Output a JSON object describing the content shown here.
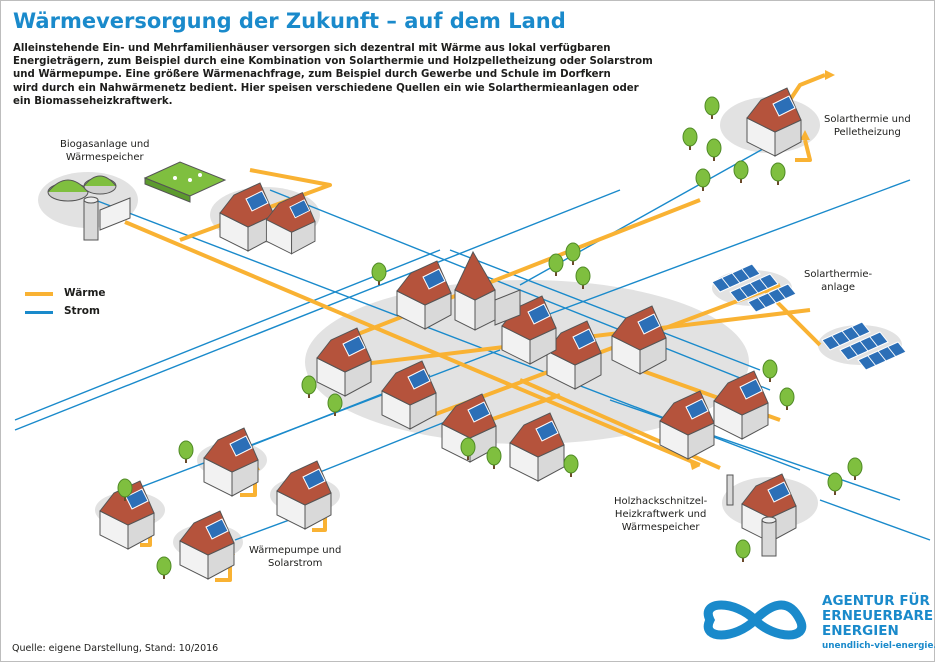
{
  "title": "Wärmeversorgung der Zukunft – auf dem Land",
  "intro_lines": [
    "Alleinstehende Ein- und Mehrfamilienhäuser versorgen sich dezentral mit Wärme aus lokal verfügbaren",
    "Energieträgern, zum Beispiel durch eine Kombination von Solarthermie und Holzpelletheizung oder Solarstrom",
    "und Wärmepumpe. Eine größere Wärmenachfrage, zum Beispiel durch Gewerbe und Schule im Dorfkern",
    "wird durch ein Nahwärmenetz bedient. Hier speisen verschiedene Quellen ein wie Solarthermieanlagen oder",
    "ein Biomasseheizkraftwerk."
  ],
  "labels": {
    "biogas": [
      "Biogasanlage und",
      "Wärmespeicher"
    ],
    "solar_pellet": [
      "Solarthermie und",
      "Pelletheizung"
    ],
    "solar_field": [
      "Solarthermie-",
      "anlage"
    ],
    "holz": [
      "Holzhackschnitzel-",
      "Heizkraftwerk und",
      "Wärmespeicher"
    ],
    "waermepumpe": [
      "Wärmepumpe und",
      "Solarstrom"
    ]
  },
  "legend": {
    "items": [
      {
        "label": "Wärme",
        "color": "#f9b233"
      },
      {
        "label": "Strom",
        "color": "#1a8acb"
      }
    ]
  },
  "source": "Quelle: eigene Darstellung, Stand: 10/2016",
  "logo": {
    "lines": [
      "AGENTUR FÜR",
      "ERNEUERBARE",
      "ENERGIEN"
    ],
    "url": "unendlich-viel-energie.de"
  },
  "colors": {
    "title": "#1a8acb",
    "heat": "#f9b233",
    "power": "#1a8acb",
    "roof": "#b5533c",
    "panel": "#2c6fb7",
    "tree": "#7fbf3f",
    "ground": "#e2e2e2"
  }
}
